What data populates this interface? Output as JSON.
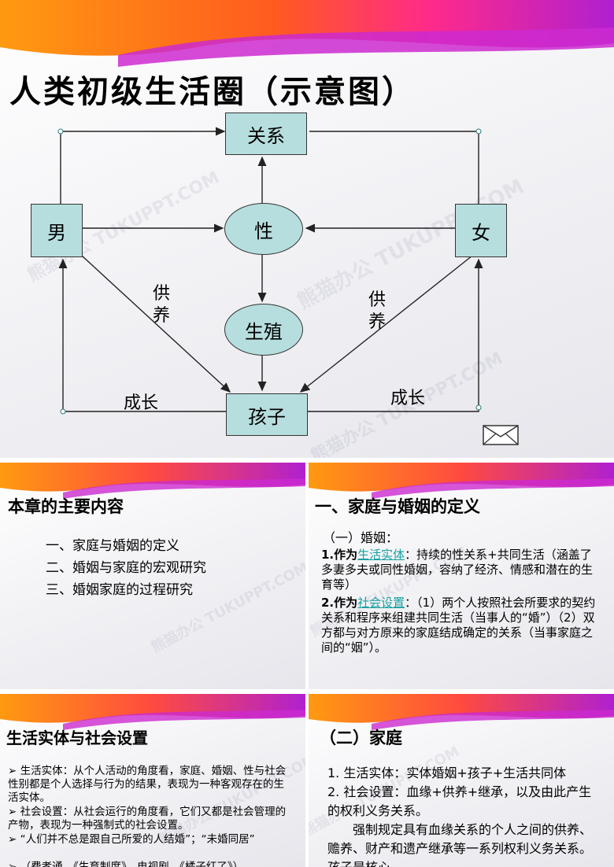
{
  "slide1": {
    "title": "人类初级生活圈（示意图）",
    "nodes": {
      "relation": "关系",
      "male": "男",
      "female": "女",
      "sex": "性",
      "reproduce": "生殖",
      "child": "孩子"
    },
    "labels": {
      "support_left": "供养",
      "support_right": "供养",
      "grow_left": "成长",
      "grow_right": "成长"
    },
    "watermark": "熊猫办公 TUKUPPT.COM"
  },
  "slide2": {
    "title": "本章的主要内容",
    "items": [
      "一、家庭与婚姻的定义",
      "二、婚姻与家庭的宏观研究",
      "三、婚姻家庭的过程研究"
    ]
  },
  "slide3": {
    "title": "一、家庭与婚姻的定义",
    "sub": "（一）婚姻：",
    "p1_prefix": "1.作为",
    "p1_link": "生活实体",
    "p1_rest": "：持续的性关系+共同生活（涵盖了多妻多夫或同性婚姻，容纳了经济、情感和潜在的生育等）",
    "p2_prefix": "2.作为",
    "p2_link": "社会设置",
    "p2_rest": "：（1）两个人按照社会所要求的契约关系和程序来组建共同生活（当事人的“婚”）（2）双方都与对方原来的家庭结成确定的关系（当事家庭之间的“姻”）。"
  },
  "slide4": {
    "title": "生活实体与社会设置",
    "bullets": [
      "生活实体：从个人活动的角度看，家庭、婚姻、性与社会性别都是个人选择与行为的结果，表现为一种客观存在的生活实体。",
      "社会设置：从社会运行的角度看，它们又都是社会管理的产物，表现为一种强制式的社会设置。",
      "“人们并不总是跟自己所爱的人结婚”；“未婚同居”",
      "（费孝通，《生育制度》，电视剧，《橘子红了》）"
    ]
  },
  "slide5": {
    "title": "（二）家庭",
    "p1": "1. 生活实体：实体婚姻+孩子+生活共同体",
    "p2": "2. 社会设置：血缘+供养+继承，以及由此产生的权利义务关系。",
    "p3": "强制规定具有血缘关系的个人之间的供养、赡养、财产和遗产继承等一系列权利义务关系。孩子是核心。"
  }
}
